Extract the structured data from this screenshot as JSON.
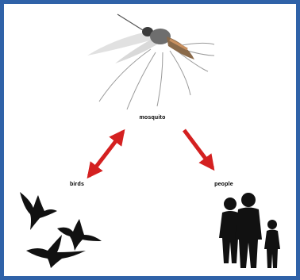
{
  "diagram": {
    "nodes": {
      "mosquito": {
        "label": "mosquito",
        "icon": "mosquito-icon"
      },
      "birds": {
        "label": "birds",
        "icon": "birds-icon"
      },
      "people": {
        "label": "people",
        "icon": "family-silhouette-icon"
      }
    },
    "edges": [
      {
        "from": "birds",
        "to": "mosquito",
        "bidirectional": true
      },
      {
        "from": "mosquito",
        "to": "people",
        "bidirectional": false
      }
    ],
    "colors": {
      "frame": "#2f62a8",
      "arrow": "#d42020",
      "silhouette": "#111111"
    }
  }
}
